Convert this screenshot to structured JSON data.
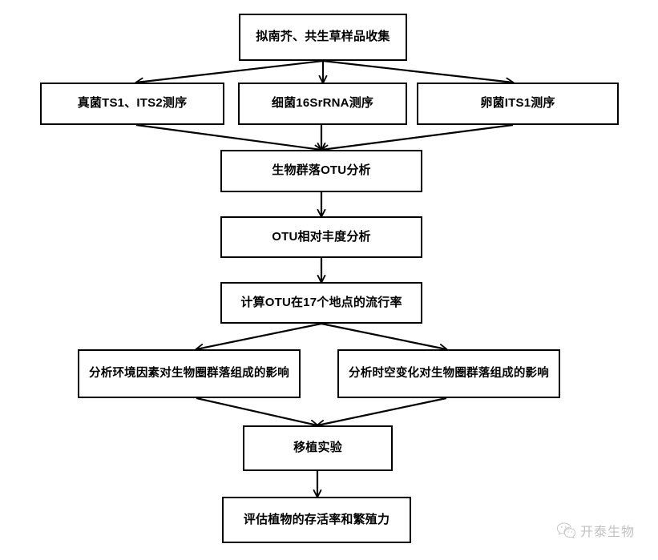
{
  "diagram": {
    "type": "flowchart",
    "orientation": "top-to-bottom",
    "title_present": false,
    "background_color": "#ffffff",
    "node_border_color": "#000000",
    "node_fill_color": "#ffffff",
    "edge_color": "#000000",
    "nodes": [
      {
        "id": "n1",
        "label": "拟南芥、共生草样品收集",
        "row": 1
      },
      {
        "id": "n2a",
        "label": "真菌TS1、ITS2测序",
        "row": 2
      },
      {
        "id": "n2b",
        "label": "细菌16SrRNA测序",
        "row": 2
      },
      {
        "id": "n2c",
        "label": "卵菌ITS1测序",
        "row": 2
      },
      {
        "id": "n3",
        "label": "生物群落OTU分析",
        "row": 3
      },
      {
        "id": "n4",
        "label": "OTU相对丰度分析",
        "row": 4
      },
      {
        "id": "n5",
        "label": "计算OTU在17个地点的流行率",
        "row": 5
      },
      {
        "id": "n6a",
        "label": "分析环境因素对生物圈群落组成的影响",
        "row": 6
      },
      {
        "id": "n6b",
        "label": "分析时空变化对生物圈群落组成的影响",
        "row": 6
      },
      {
        "id": "n7",
        "label": "移植实验",
        "row": 7
      },
      {
        "id": "n8",
        "label": "评估植物的存活率和繁殖力",
        "row": 8
      }
    ],
    "edges": [
      {
        "from": "n1",
        "to": "n2a"
      },
      {
        "from": "n1",
        "to": "n2b"
      },
      {
        "from": "n1",
        "to": "n2c"
      },
      {
        "from": "n2a",
        "to": "n3"
      },
      {
        "from": "n2b",
        "to": "n3"
      },
      {
        "from": "n2c",
        "to": "n3"
      },
      {
        "from": "n3",
        "to": "n4"
      },
      {
        "from": "n4",
        "to": "n5"
      },
      {
        "from": "n5",
        "to": "n6a"
      },
      {
        "from": "n5",
        "to": "n6b"
      },
      {
        "from": "n6a",
        "to": "n7"
      },
      {
        "from": "n6b",
        "to": "n7"
      },
      {
        "from": "n7",
        "to": "n8"
      }
    ]
  },
  "watermark": {
    "text": "开泰生物",
    "icon": "wechat-speech-bubble-icon",
    "color": "#8d8d8d"
  }
}
